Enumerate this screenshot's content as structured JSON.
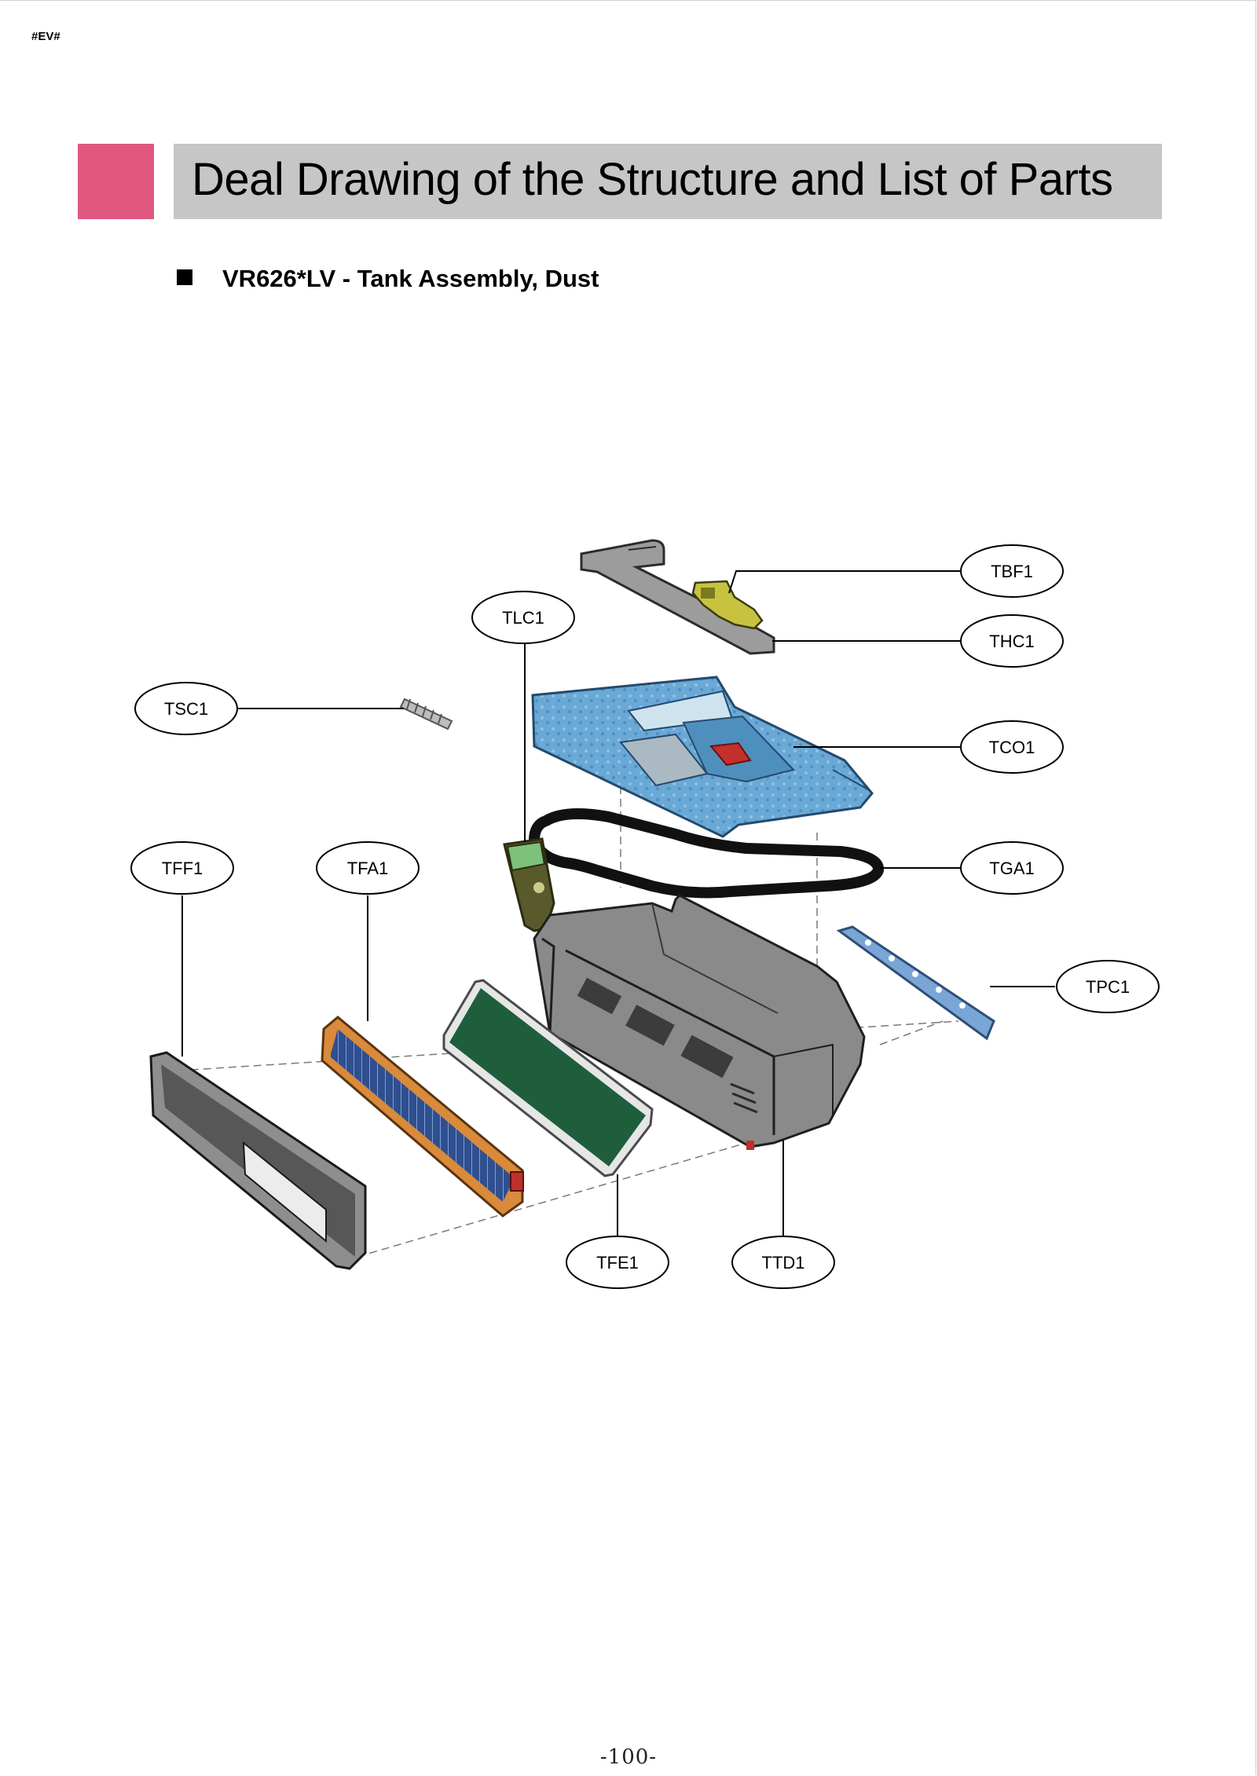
{
  "header": {
    "doc_code": "#EV#"
  },
  "title": {
    "text": "Deal Drawing of the Structure and List of Parts"
  },
  "section": {
    "subtitle": "VR626*LV - Tank Assembly, Dust"
  },
  "callouts": {
    "tbf1": "TBF1",
    "thc1": "THC1",
    "tlc1": "TLC1",
    "tsc1": "TSC1",
    "tco1": "TCO1",
    "tff1": "TFF1",
    "tfa1": "TFA1",
    "tga1": "TGA1",
    "tpc1": "TPC1",
    "tfe1": "TFE1",
    "ttd1": "TTD1"
  },
  "footer": {
    "page_number": "-100-"
  },
  "colors": {
    "title_accent": "#e0587f",
    "title_bar": "#c6c6c6",
    "cover_blue": "#6aa8d6",
    "filter_green": "#1e5e3d",
    "filter_orange": "#d98a3a",
    "filter_blue": "#2f4f8f",
    "body_grey": "#6e6e6e"
  }
}
